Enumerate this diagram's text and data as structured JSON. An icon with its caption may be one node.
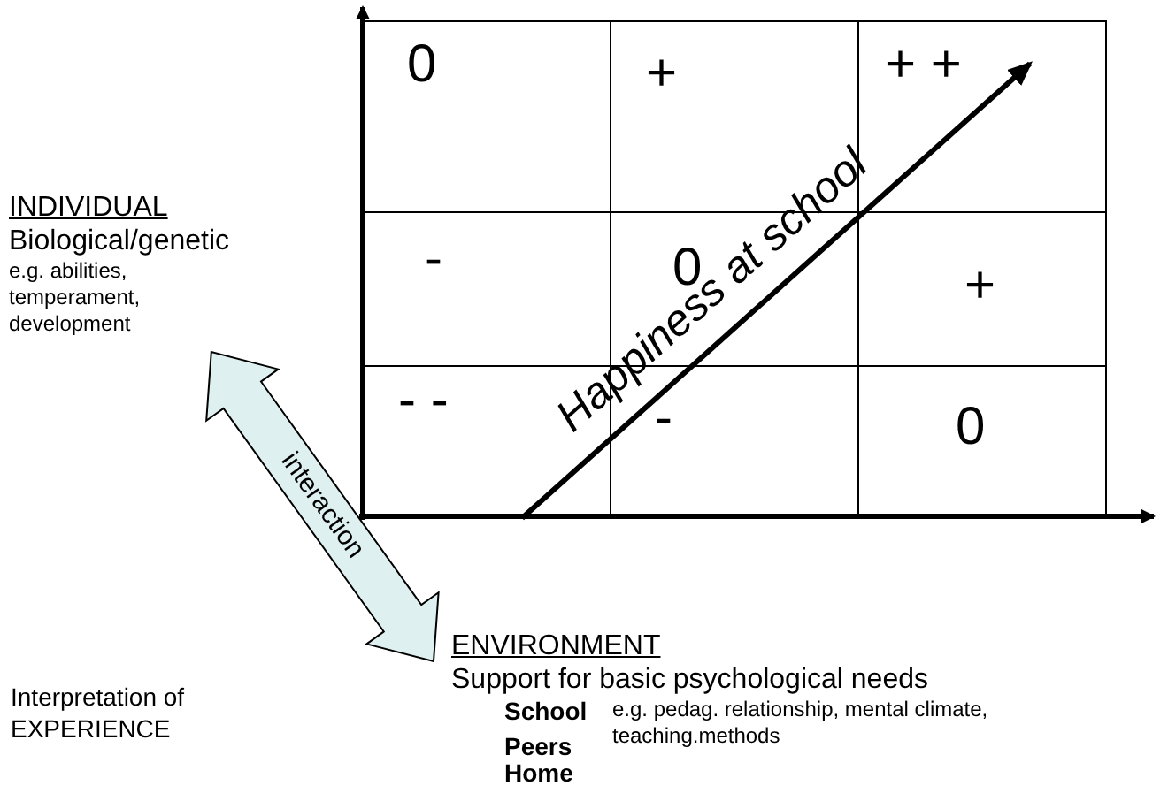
{
  "diagram": {
    "nodes": [
      {
        "text": [
          "INDIVIDUAL",
          "Biological/genetic",
          "e.g. abilities, temperament, development"
        ]
      },
      {
        "text": [
          "ENVIRONMENT",
          "Support for basic psychological needs"
        ]
      }
    ],
    "edges": [
      {
        "from": 0,
        "to": 1,
        "arrow": "both",
        "label": "interaction"
      }
    ],
    "labels": [
      "0",
      "+",
      "+ +",
      "-",
      "0",
      "+",
      "- -",
      "-",
      "0",
      "Happiness at school",
      "Interpretation of EXPERIENCE",
      "School",
      "e.g. pedag. relationship, mental climate, teaching.methods",
      "Peers",
      "Home"
    ]
  }
}
